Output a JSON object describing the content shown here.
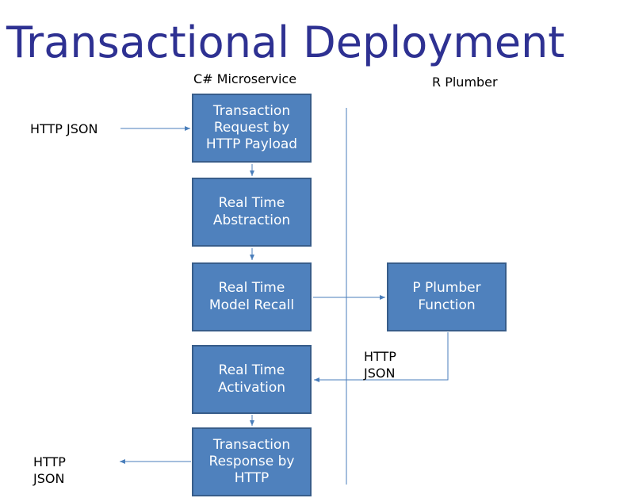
{
  "title": "Transactional Deployment",
  "column_labels": {
    "csharp": "C# Microservice",
    "r_plumber": "R Plumber"
  },
  "boxes": {
    "request": "Transaction\nRequest by\nHTTP Payload",
    "abstraction": "Real Time\nAbstraction",
    "recall": "Real Time\nModel Recall",
    "plumber": "P Plumber\nFunction",
    "activation": "Real Time\nActivation",
    "response": "Transaction\nResponse by\nHTTP"
  },
  "edge_labels": {
    "input": "HTTP JSON",
    "plumber_return": "HTTP\nJSON",
    "output": "HTTP\nJSON"
  },
  "colors": {
    "title": "#2e3192",
    "box_fill": "#4f81bd",
    "box_border": "#385d8a",
    "edge": "#4a7ebb"
  }
}
